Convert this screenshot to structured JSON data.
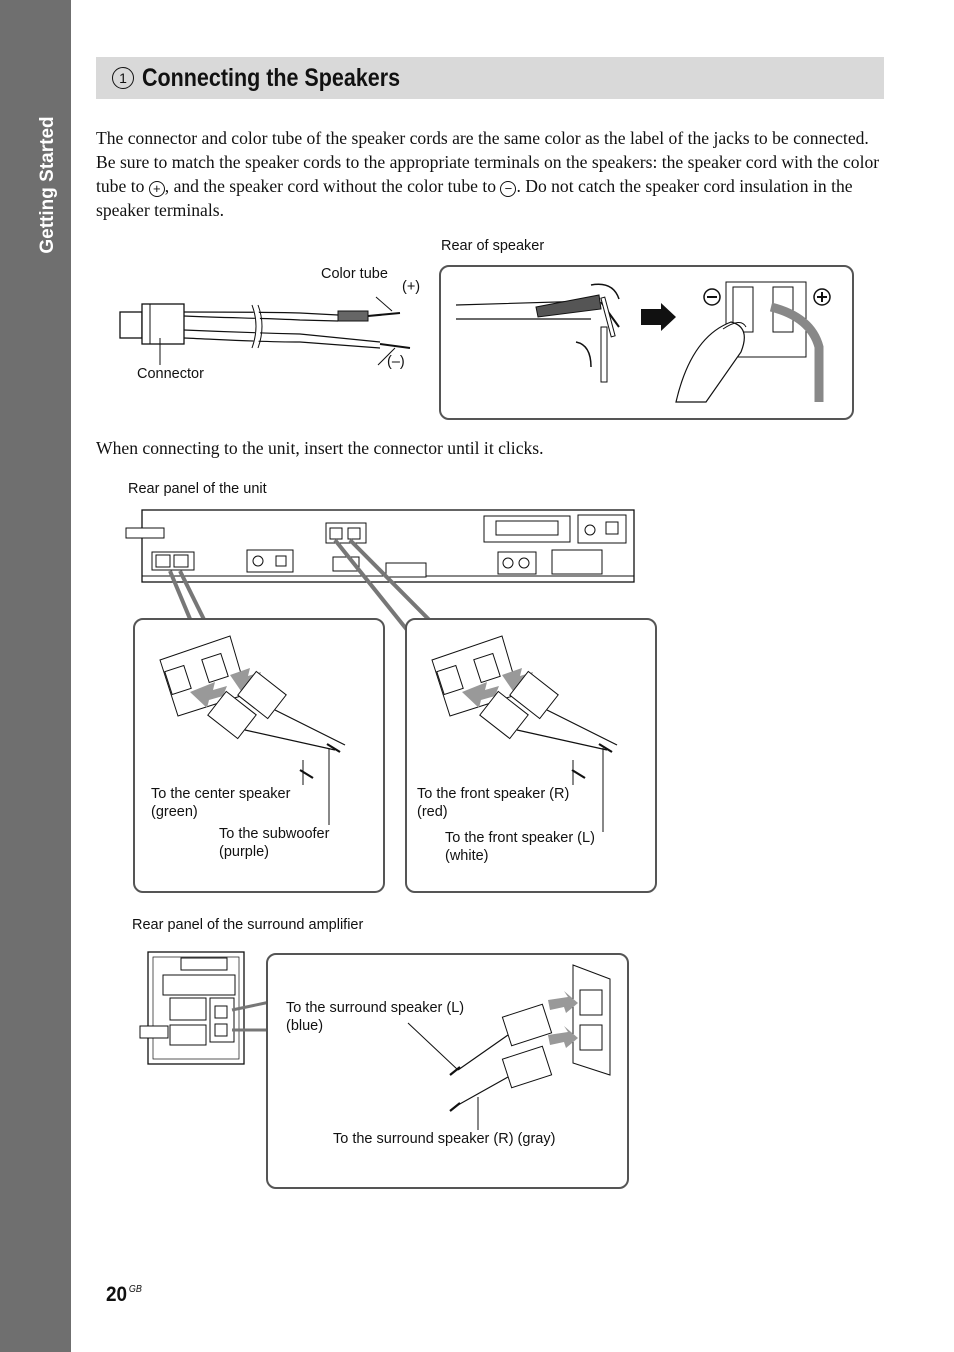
{
  "sidebar": {
    "section_label": "Getting Started"
  },
  "header": {
    "step_number": "1",
    "title": "Connecting the Speakers"
  },
  "intro": {
    "part1": "The connector and color tube of the speaker cords are the same color as the label of the jacks to be connected. Be sure to match the speaker cords to the appropriate terminals on the speakers: the speaker cord with the color tube to ",
    "plus_symbol": "+",
    "part2": ", and the speaker cord without the color tube to ",
    "minus_symbol": "−",
    "part3": ". Do not catch the speaker cord insulation in the speaker terminals."
  },
  "cord_diagram": {
    "rear_of_speaker": "Rear of speaker",
    "color_tube": "Color tube",
    "plus": "(+)",
    "minus": "(–)",
    "connector": "Connector"
  },
  "connect_note": "When connecting to the unit, insert the connector until it clicks.",
  "unit_panel": {
    "heading": "Rear panel of the unit",
    "center_label": "To the center speaker\n(green)",
    "subwoofer_label": "To the subwoofer\n(purple)",
    "front_r_label": "To the front speaker (R)\n(red)",
    "front_l_label": "To the front speaker (L)\n(white)"
  },
  "amp_panel": {
    "heading": "Rear panel of the surround amplifier",
    "surround_l_label": "To the surround speaker (L)\n(blue)",
    "surround_r_label": "To the surround speaker (R) (gray)"
  },
  "footer": {
    "page_number": "20",
    "suffix": "GB"
  }
}
